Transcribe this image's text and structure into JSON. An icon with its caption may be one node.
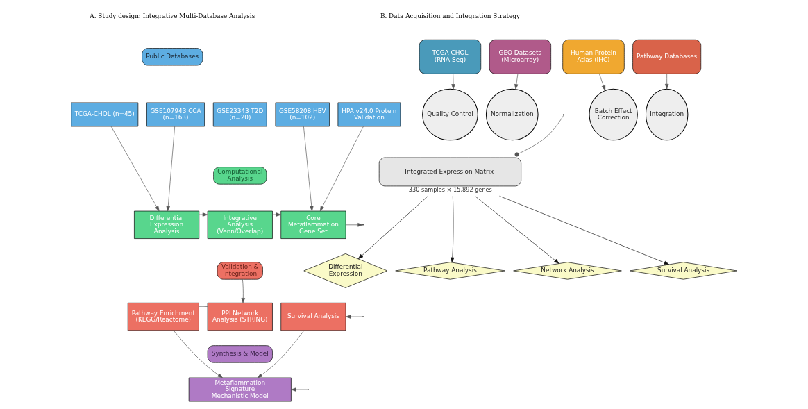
{
  "diagram": {
    "nodes": [
      {
        "text": [
          "Public Databases"
        ]
      },
      {
        "text": [
          "TCGA-CHOL (n=45)"
        ]
      },
      {
        "text": [
          "GSE107943 CCA (n=163)"
        ]
      },
      {
        "text": [
          "GSE23343 T2D (n=20)"
        ]
      },
      {
        "text": [
          "GSE58208 HBV (n=102)"
        ]
      },
      {
        "text": [
          "HPA v24.0 Protein Validation"
        ]
      },
      {
        "text": [
          "Computational Analysis"
        ]
      },
      {
        "text": [
          "Differential Expression Analysis"
        ]
      },
      {
        "text": [
          "Integrative Analysis (Venn/Overlap)"
        ]
      },
      {
        "text": [
          "Core Metaflammation Gene Set"
        ]
      },
      {
        "text": [
          "Validation & Integration"
        ]
      },
      {
        "text": [
          "Pathway Enrichment (KEGG/Reactome)"
        ]
      },
      {
        "text": [
          "PPI Network Analysis (STRING)"
        ]
      },
      {
        "text": [
          "Survival Analysis"
        ]
      },
      {
        "text": [
          "Synthesis & Model"
        ]
      },
      {
        "text": [
          "Metaflammation Signature Mechanistic Model"
        ]
      },
      {
        "text": [
          "TCGA-CHOL (RNA-Seq)"
        ]
      },
      {
        "text": [
          "GEO Datasets (Microarray)"
        ]
      },
      {
        "text": [
          "Human Protein Atlas (IHC)"
        ]
      },
      {
        "text": [
          "Pathway Databases"
        ]
      },
      {
        "text": [
          "Quality Control"
        ]
      },
      {
        "text": [
          "Normalization"
        ]
      },
      {
        "text": [
          "Batch Effect Correction"
        ]
      },
      {
        "text": [
          "Integration"
        ]
      },
      {
        "text": [
          "Integrated Expression Matrix"
        ],
        "beside": [
          "330 samples × 15,892 genes"
        ]
      },
      {
        "text": [
          "Differential Expression"
        ]
      },
      {
        "text": [
          "Pathway Analysis"
        ]
      },
      {
        "text": [
          "Network Analysis"
        ]
      },
      {
        "text": [
          "Survival Analysis"
        ]
      }
    ],
    "edges": [
      {
        "from": 1,
        "to": 7,
        "arrow": "to"
      },
      {
        "from": 2,
        "to": 7,
        "arrow": "to"
      },
      {
        "from": 4,
        "to": 9,
        "arrow": "to"
      },
      {
        "from": 5,
        "to": 9,
        "arrow": "to"
      },
      {
        "from": 7,
        "to": 8,
        "arrow": "to"
      },
      {
        "from": 8,
        "to": 9,
        "arrow": "to"
      },
      {
        "from": 9,
        "to": null,
        "arrow": "to"
      },
      {
        "from": 10,
        "to": 12,
        "arrow": "to"
      },
      {
        "from": null,
        "to": 13,
        "arrow": "to"
      },
      {
        "from": 11,
        "to": 12,
        "arrow": "none"
      },
      {
        "from": 11,
        "to": 15,
        "arrow": "to"
      },
      {
        "from": 13,
        "to": 15,
        "arrow": "to"
      },
      {
        "from": null,
        "to": 15,
        "arrow": "to"
      },
      {
        "from": 16,
        "to": 20,
        "arrow": "to"
      },
      {
        "from": 17,
        "to": 21,
        "arrow": "to"
      },
      {
        "from": 18,
        "to": 22,
        "arrow": "to"
      },
      {
        "from": 19,
        "to": 23,
        "arrow": "to"
      },
      {
        "from": null,
        "to": 24,
        "arrow": "other"
      },
      {
        "from": 24,
        "to": 25,
        "arrow": "to"
      },
      {
        "from": 24,
        "to": 26,
        "arrow": "to"
      },
      {
        "from": 24,
        "to": 27,
        "arrow": "to"
      },
      {
        "from": 24,
        "to": 28,
        "arrow": "to"
      }
    ],
    "labels": [
      "A. Study design: Integrative Multi-Database Analysis",
      "B. Data Acquisition and Integration Strategy"
    ]
  }
}
